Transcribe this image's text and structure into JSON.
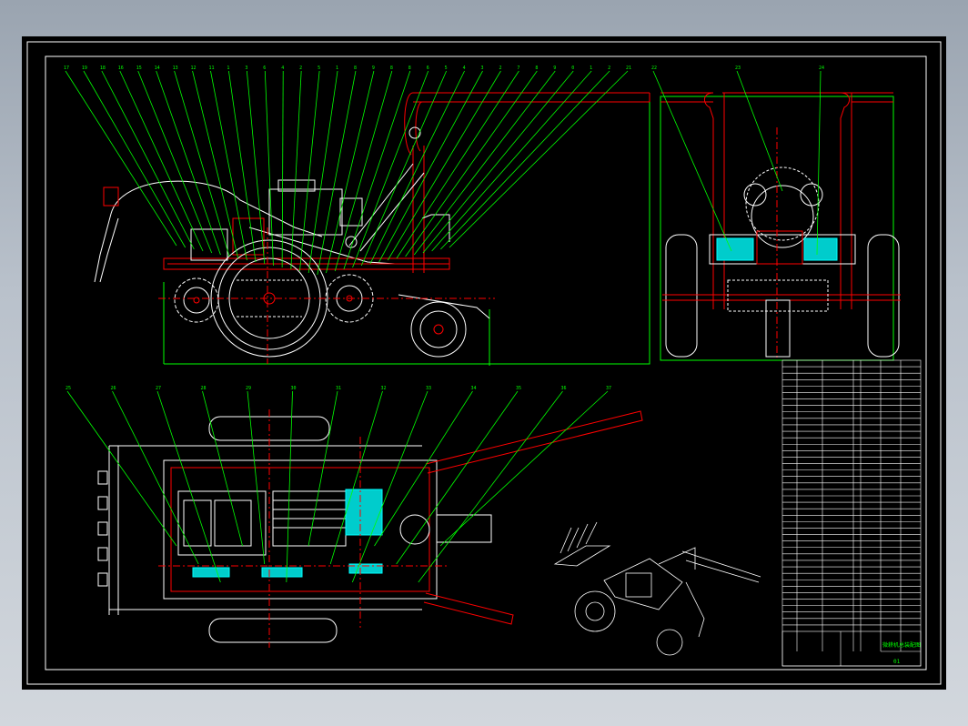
{
  "drawing": {
    "background": "#000000",
    "frame_color": "#ffffff",
    "leader_color": "#00ff00",
    "part_color": "#ff0000",
    "accent_color": "#00ffff",
    "outline_color": "#ffffff",
    "side_view_balloons": [
      "17",
      "19",
      "18",
      "16",
      "15",
      "14",
      "13",
      "12",
      "11",
      "1",
      "3",
      "6",
      "4",
      "2",
      "5",
      "1",
      "8",
      "9",
      "8",
      "8",
      "6",
      "5",
      "4",
      "3",
      "2",
      "7",
      "8",
      "9",
      "0",
      "1",
      "2",
      "21"
    ],
    "front_view_balloons": [
      "22",
      "23",
      "24"
    ],
    "plan_view_balloons": [
      "25",
      "26",
      "27",
      "28",
      "29",
      "30",
      "31",
      "32",
      "33",
      "34",
      "35",
      "36",
      "37"
    ],
    "title_block": {
      "part_rows": 42,
      "drawing_title": "微耕机总装配图",
      "drawing_no": "01"
    }
  }
}
